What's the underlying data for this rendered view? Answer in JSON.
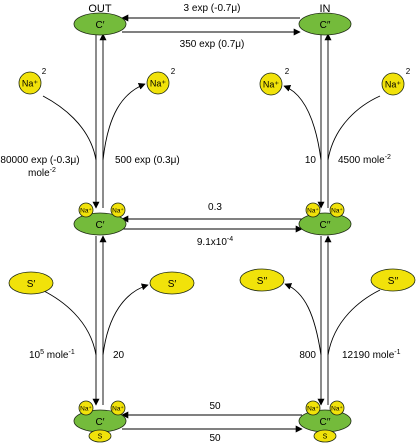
{
  "headers": {
    "out": "OUT",
    "in": "IN"
  },
  "states": {
    "top_left": "C′",
    "top_right": "C″",
    "mid_left": "C′",
    "mid_right": "C′′",
    "bot_left": "C′",
    "bot_right": "C′′"
  },
  "ions": {
    "na_label": "Na⁺",
    "na_exponent": "2",
    "s_out": "S′",
    "s_in": "S′′",
    "s_small": "S"
  },
  "rates": {
    "top_forward": "3 exp (-0.7μ)",
    "top_backward": "350 exp (0.7μ)",
    "left_na_bind_line1": "80000 exp (-0.3μ)",
    "left_na_bind_line2": "mole",
    "left_na_bind_exp": "-2",
    "left_na_release": "500 exp (0.3μ)",
    "right_na_release": "10",
    "right_na_bind": "4500 mole",
    "right_na_bind_exp": "-2",
    "mid_forward": "0.3",
    "mid_backward_base": "9.1x10",
    "mid_backward_exp": "-4",
    "left_s_bind_base": "10",
    "left_s_bind_exp_num": "5",
    "left_s_bind_unit": " mole",
    "left_s_bind_exp": "-1",
    "left_s_release": "20",
    "right_s_release": "800",
    "right_s_bind": "12190 mole",
    "right_s_bind_exp": "-1",
    "bot_forward": "50",
    "bot_backward": "50"
  },
  "colors": {
    "state_green": "#74bb3b",
    "ion_yellow": "#f1e20a"
  }
}
